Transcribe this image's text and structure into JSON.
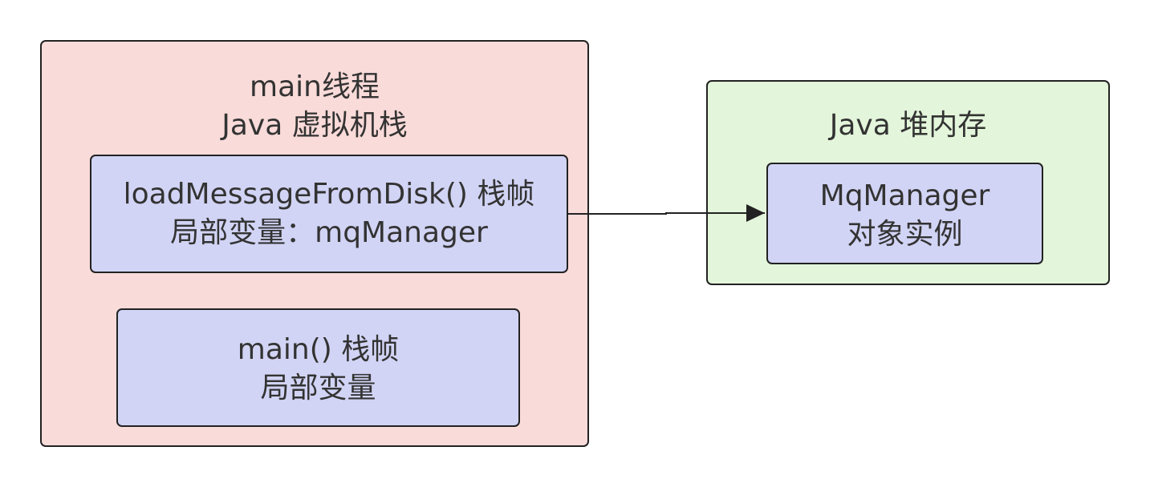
{
  "stack_group": {
    "line1": "main线程",
    "line2": "Java 虚拟机栈"
  },
  "load_frame": {
    "line1": "loadMessageFromDisk() 栈帧",
    "line2": "局部变量：mqManager"
  },
  "main_frame": {
    "line1": "main() 栈帧",
    "line2": "局部变量"
  },
  "heap_group": {
    "line1": "Java 堆内存"
  },
  "object_instance": {
    "line1": "MqManager",
    "line2": "对象实例"
  },
  "colors": {
    "stack_fill": "#f9dbd9",
    "frame_fill": "#d2d4f5",
    "heap_fill": "#e3f5da",
    "stroke": "#222222"
  }
}
